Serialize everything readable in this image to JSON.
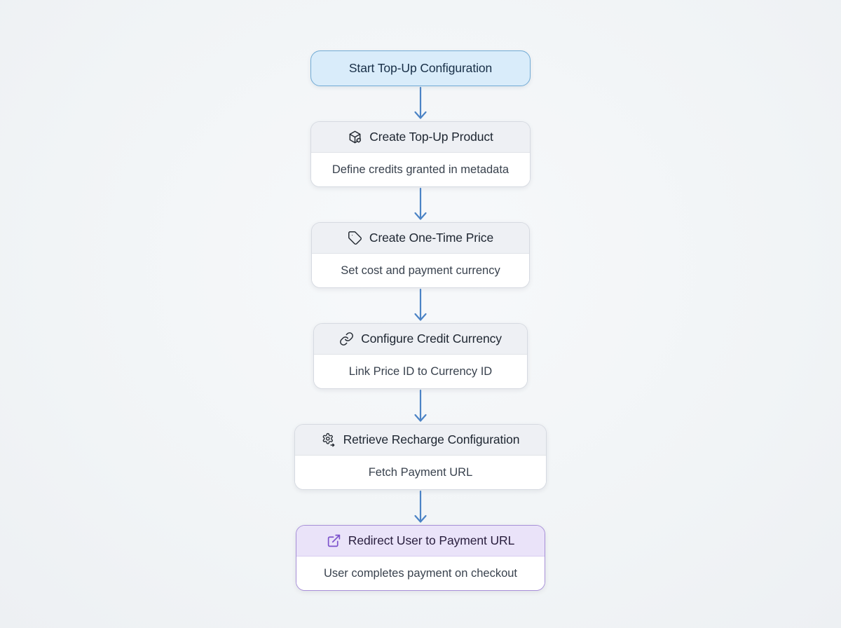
{
  "diagram": {
    "title_hint": "Top-Up Configuration flow",
    "start": {
      "label": "Start Top-Up Configuration"
    },
    "steps": [
      {
        "id": "create-product",
        "icon": "package-icon",
        "title": "Create Top-Up Product",
        "subtitle": "Define credits granted in metadata"
      },
      {
        "id": "create-price",
        "icon": "tag-icon",
        "title": "Create One-Time Price",
        "subtitle": "Set cost and payment currency"
      },
      {
        "id": "configure-credit",
        "icon": "link-icon",
        "title": "Configure Credit Currency",
        "subtitle": "Link Price ID to Currency ID"
      },
      {
        "id": "retrieve-config",
        "icon": "gear-sync-icon",
        "title": "Retrieve Recharge Configuration",
        "subtitle": "Fetch Payment URL"
      },
      {
        "id": "redirect-user",
        "icon": "external-link-icon",
        "title": "Redirect User to Payment URL",
        "subtitle": "User completes payment on checkout",
        "accent": "purple"
      }
    ],
    "edges": [
      {
        "from": "start",
        "to": "create-product"
      },
      {
        "from": "create-product",
        "to": "create-price"
      },
      {
        "from": "create-price",
        "to": "configure-credit"
      },
      {
        "from": "configure-credit",
        "to": "retrieve-config"
      },
      {
        "from": "retrieve-config",
        "to": "redirect-user"
      }
    ],
    "colors": {
      "background": "#f2f4f6",
      "arrow": "#4b83c5",
      "start_fill": "#d9ecfa",
      "start_border": "#72abd5",
      "card_header": "#eef0f4",
      "card_border": "#d6dae1",
      "card_body": "#ffffff",
      "purple_header": "#eae3f9",
      "purple_border": "#a78fd8",
      "purple_icon": "#7c52cc",
      "title_text": "#1d2530",
      "subtitle_text": "#39424e"
    }
  }
}
